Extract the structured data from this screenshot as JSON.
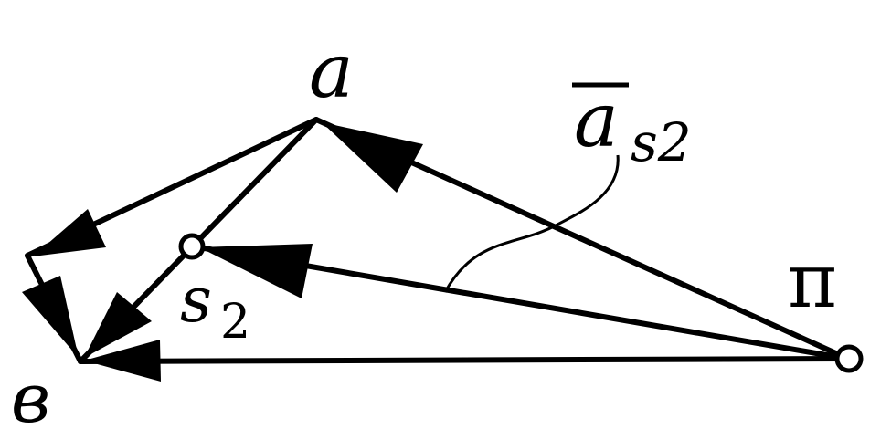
{
  "diagram": {
    "labels": {
      "a": "a",
      "s2_base": "s",
      "s2_sub": "2",
      "v": "в",
      "pi": "π",
      "accel_base": "a",
      "accel_sub": "s2"
    },
    "colors": {
      "ink": "#000000",
      "background": "#ffffff"
    }
  }
}
